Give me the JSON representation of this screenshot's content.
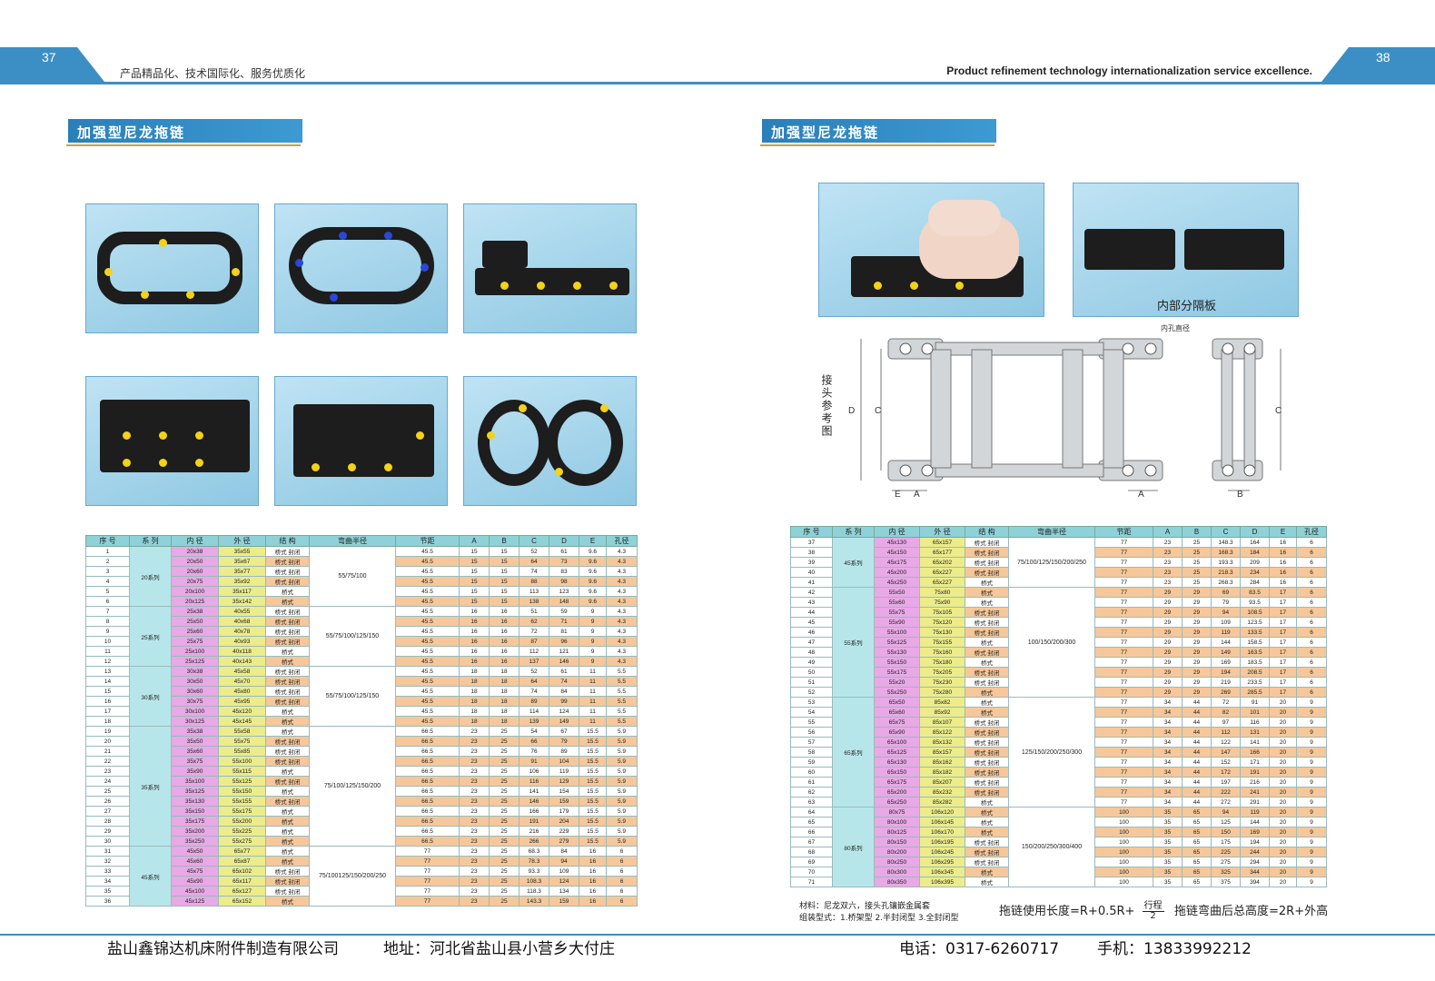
{
  "header": {
    "page_left": "37",
    "page_right": "38",
    "tagline_cn": "产品精品化、技术国际化、服务优质化",
    "tagline_en": "Product refinement   technology internationalization   service excellence."
  },
  "left": {
    "title": "加强型尼龙拖链"
  },
  "right": {
    "title": "加强型尼龙拖链",
    "caption_partition": "内部分隔板",
    "diagram_label": "接头参考图",
    "diagram_note": "内孔直径",
    "dim_labels": [
      "D",
      "C",
      "E",
      "A",
      "A",
      "C",
      "B"
    ]
  },
  "table_headers": [
    "序 号",
    "系 列",
    "内 径",
    "外 径",
    "结 构",
    "弯曲半径",
    "节距",
    "A",
    "B",
    "C",
    "D",
    "E",
    "孔径"
  ],
  "left_table": {
    "groups": [
      {
        "series": "20系列",
        "radius": "55/75/100",
        "rows": [
          [
            "1",
            "20x38",
            "35x55",
            "桥式 封闭",
            "45.5",
            "15",
            "15",
            "52",
            "61",
            "9.6",
            "4.3"
          ],
          [
            "2",
            "20x50",
            "35x67",
            "桥式 封闭",
            "45.5",
            "15",
            "15",
            "64",
            "73",
            "9.6",
            "4.3"
          ],
          [
            "3",
            "20x60",
            "35x77",
            "桥式 封闭",
            "45.5",
            "15",
            "15",
            "74",
            "83",
            "9.6",
            "4.3"
          ],
          [
            "4",
            "20x75",
            "35x92",
            "桥式 封闭",
            "45.5",
            "15",
            "15",
            "88",
            "98",
            "9.6",
            "4.3"
          ],
          [
            "5",
            "20x100",
            "35x117",
            "桥式",
            "45.5",
            "15",
            "15",
            "113",
            "123",
            "9.6",
            "4.3"
          ],
          [
            "6",
            "20x125",
            "35x142",
            "桥式",
            "45.5",
            "15",
            "15",
            "138",
            "148",
            "9.6",
            "4.3"
          ]
        ]
      },
      {
        "series": "25系列",
        "radius": "55/75/100/125/150",
        "rows": [
          [
            "7",
            "25x38",
            "40x55",
            "桥式 封闭",
            "45.5",
            "16",
            "16",
            "51",
            "59",
            "9",
            "4.3"
          ],
          [
            "8",
            "25x50",
            "40x68",
            "桥式 封闭",
            "45.5",
            "16",
            "16",
            "62",
            "71",
            "9",
            "4.3"
          ],
          [
            "9",
            "25x60",
            "40x78",
            "桥式 封闭",
            "45.5",
            "16",
            "16",
            "72",
            "81",
            "9",
            "4.3"
          ],
          [
            "10",
            "25x75",
            "40x93",
            "桥式 封闭",
            "45.5",
            "16",
            "16",
            "87",
            "96",
            "9",
            "4.3"
          ],
          [
            "11",
            "25x100",
            "40x118",
            "桥式",
            "45.5",
            "16",
            "16",
            "112",
            "121",
            "9",
            "4.3"
          ],
          [
            "12",
            "25x125",
            "40x143",
            "桥式",
            "45.5",
            "16",
            "16",
            "137",
            "146",
            "9",
            "4.3"
          ]
        ]
      },
      {
        "series": "30系列",
        "radius": "55/75/100/125/150",
        "rows": [
          [
            "13",
            "30x38",
            "45x58",
            "桥式 封闭",
            "45.5",
            "18",
            "18",
            "52",
            "61",
            "11",
            "5.5"
          ],
          [
            "14",
            "30x50",
            "45x70",
            "桥式 封闭",
            "45.5",
            "18",
            "18",
            "64",
            "74",
            "11",
            "5.5"
          ],
          [
            "15",
            "30x60",
            "45x80",
            "桥式 封闭",
            "45.5",
            "18",
            "18",
            "74",
            "84",
            "11",
            "5.5"
          ],
          [
            "16",
            "30x75",
            "45x95",
            "桥式 封闭",
            "45.5",
            "18",
            "18",
            "89",
            "99",
            "11",
            "5.5"
          ],
          [
            "17",
            "30x100",
            "45x120",
            "桥式",
            "45.5",
            "18",
            "18",
            "114",
            "124",
            "11",
            "5.5"
          ],
          [
            "18",
            "30x125",
            "45x145",
            "桥式",
            "45.5",
            "18",
            "18",
            "139",
            "149",
            "11",
            "5.5"
          ]
        ]
      },
      {
        "series": "35系列",
        "radius": "75/100/125/150/200",
        "rows": [
          [
            "19",
            "35x38",
            "55x58",
            "桥式",
            "66.5",
            "23",
            "25",
            "54",
            "67",
            "15.5",
            "5.9"
          ],
          [
            "20",
            "35x50",
            "55x75",
            "桥式 封闭",
            "66.5",
            "23",
            "25",
            "66",
            "79",
            "15.5",
            "5.9"
          ],
          [
            "21",
            "35x60",
            "55x85",
            "桥式 封闭",
            "66.5",
            "23",
            "25",
            "76",
            "89",
            "15.5",
            "5.9"
          ],
          [
            "22",
            "35x75",
            "55x100",
            "桥式 封闭",
            "66.5",
            "23",
            "25",
            "91",
            "104",
            "15.5",
            "5.9"
          ],
          [
            "23",
            "35x90",
            "55x115",
            "桥式",
            "66.5",
            "23",
            "25",
            "106",
            "119",
            "15.5",
            "5.9"
          ],
          [
            "24",
            "35x100",
            "55x125",
            "桥式 封闭",
            "66.5",
            "23",
            "25",
            "116",
            "129",
            "15.5",
            "5.9"
          ],
          [
            "25",
            "35x125",
            "55x150",
            "桥式",
            "66.5",
            "23",
            "25",
            "141",
            "154",
            "15.5",
            "5.9"
          ],
          [
            "26",
            "35x130",
            "55x155",
            "桥式 封闭",
            "66.5",
            "23",
            "25",
            "146",
            "159",
            "15.5",
            "5.9"
          ],
          [
            "27",
            "35x150",
            "55x175",
            "桥式",
            "66.5",
            "23",
            "25",
            "166",
            "179",
            "15.5",
            "5.9"
          ],
          [
            "28",
            "35x175",
            "55x200",
            "桥式",
            "66.5",
            "23",
            "25",
            "191",
            "204",
            "15.5",
            "5.9"
          ],
          [
            "29",
            "35x200",
            "55x225",
            "桥式",
            "66.5",
            "23",
            "25",
            "216",
            "229",
            "15.5",
            "5.9"
          ],
          [
            "30",
            "35x250",
            "55x275",
            "桥式",
            "66.5",
            "23",
            "25",
            "266",
            "279",
            "15.5",
            "5.9"
          ]
        ]
      },
      {
        "series": "45系列",
        "radius": "75/100125/150/200/250",
        "rows": [
          [
            "31",
            "45x50",
            "65x77",
            "桥式",
            "77",
            "23",
            "25",
            "68.3",
            "84",
            "16",
            "6"
          ],
          [
            "32",
            "45x60",
            "65x87",
            "桥式",
            "77",
            "23",
            "25",
            "78.3",
            "94",
            "16",
            "6"
          ],
          [
            "33",
            "45x75",
            "65x102",
            "桥式 封闭",
            "77",
            "23",
            "25",
            "93.3",
            "109",
            "16",
            "6"
          ],
          [
            "34",
            "45x90",
            "65x117",
            "桥式 封闭",
            "77",
            "23",
            "25",
            "108.3",
            "124",
            "16",
            "6"
          ],
          [
            "35",
            "45x100",
            "65x127",
            "桥式 封闭",
            "77",
            "23",
            "25",
            "118.3",
            "134",
            "16",
            "6"
          ],
          [
            "36",
            "45x125",
            "65x152",
            "桥式",
            "77",
            "23",
            "25",
            "143.3",
            "159",
            "16",
            "6"
          ]
        ]
      }
    ]
  },
  "right_table": {
    "groups": [
      {
        "series": "45系列",
        "radius": "75/100/125/150/200/250",
        "rows": [
          [
            "37",
            "45x130",
            "65x157",
            "桥式 封闭",
            "77",
            "23",
            "25",
            "148.3",
            "164",
            "16",
            "6"
          ],
          [
            "38",
            "45x150",
            "65x177",
            "桥式 封闭",
            "77",
            "23",
            "25",
            "168.3",
            "184",
            "16",
            "6"
          ],
          [
            "39",
            "45x175",
            "65x202",
            "桥式 封闭",
            "77",
            "23",
            "25",
            "193.3",
            "209",
            "16",
            "6"
          ],
          [
            "40",
            "45x200",
            "65x227",
            "桥式 封闭",
            "77",
            "23",
            "25",
            "218.3",
            "234",
            "16",
            "6"
          ],
          [
            "41",
            "45x250",
            "65x227",
            "桥式",
            "77",
            "23",
            "25",
            "268.3",
            "284",
            "16",
            "6"
          ]
        ]
      },
      {
        "series": "55系列",
        "radius": "100/150/200/300",
        "rows": [
          [
            "42",
            "55x50",
            "75x80",
            "桥式",
            "77",
            "29",
            "29",
            "69",
            "83.5",
            "17",
            "6"
          ],
          [
            "43",
            "55x60",
            "75x90",
            "桥式",
            "77",
            "29",
            "29",
            "79",
            "93.5",
            "17",
            "6"
          ],
          [
            "44",
            "55x75",
            "75x105",
            "桥式 封闭",
            "77",
            "29",
            "29",
            "94",
            "108.5",
            "17",
            "6"
          ],
          [
            "45",
            "55x90",
            "75x120",
            "桥式 封闭",
            "77",
            "29",
            "29",
            "109",
            "123.5",
            "17",
            "6"
          ],
          [
            "46",
            "55x100",
            "75x130",
            "桥式 封闭",
            "77",
            "29",
            "29",
            "119",
            "133.5",
            "17",
            "6"
          ],
          [
            "47",
            "55x125",
            "75x155",
            "桥式",
            "77",
            "29",
            "29",
            "144",
            "158.5",
            "17",
            "6"
          ],
          [
            "48",
            "55x130",
            "75x160",
            "桥式 封闭",
            "77",
            "29",
            "29",
            "149",
            "163.5",
            "17",
            "6"
          ],
          [
            "49",
            "55x150",
            "75x180",
            "桥式",
            "77",
            "29",
            "29",
            "169",
            "183.5",
            "17",
            "6"
          ],
          [
            "50",
            "55x175",
            "75x205",
            "桥式 封闭",
            "77",
            "29",
            "29",
            "194",
            "208.5",
            "17",
            "6"
          ],
          [
            "51",
            "55x20",
            "75x230",
            "桥式 封闭",
            "77",
            "29",
            "29",
            "219",
            "233.5",
            "17",
            "6"
          ],
          [
            "52",
            "55x250",
            "75x280",
            "桥式",
            "77",
            "29",
            "29",
            "269",
            "285.5",
            "17",
            "6"
          ]
        ]
      },
      {
        "series": "65系列",
        "radius": "125/150/200/250/300",
        "rows": [
          [
            "53",
            "65x50",
            "85x82",
            "桥式",
            "77",
            "34",
            "44",
            "72",
            "91",
            "20",
            "9"
          ],
          [
            "54",
            "65x60",
            "85x92",
            "桥式",
            "77",
            "34",
            "44",
            "82",
            "101",
            "20",
            "9"
          ],
          [
            "55",
            "65x75",
            "85x107",
            "桥式 封闭",
            "77",
            "34",
            "44",
            "97",
            "116",
            "20",
            "9"
          ],
          [
            "56",
            "65x90",
            "85x122",
            "桥式 封闭",
            "77",
            "34",
            "44",
            "112",
            "131",
            "20",
            "9"
          ],
          [
            "57",
            "65x100",
            "85x132",
            "桥式 封闭",
            "77",
            "34",
            "44",
            "122",
            "141",
            "20",
            "9"
          ],
          [
            "58",
            "65x125",
            "85x157",
            "桥式 封闭",
            "77",
            "34",
            "44",
            "147",
            "166",
            "20",
            "9"
          ],
          [
            "59",
            "65x130",
            "85x162",
            "桥式 封闭",
            "77",
            "34",
            "44",
            "152",
            "171",
            "20",
            "9"
          ],
          [
            "60",
            "65x150",
            "85x182",
            "桥式 封闭",
            "77",
            "34",
            "44",
            "172",
            "191",
            "20",
            "9"
          ],
          [
            "61",
            "65x175",
            "85x207",
            "桥式 封闭",
            "77",
            "34",
            "44",
            "197",
            "216",
            "20",
            "9"
          ],
          [
            "62",
            "65x200",
            "85x232",
            "桥式 封闭",
            "77",
            "34",
            "44",
            "222",
            "241",
            "20",
            "9"
          ],
          [
            "63",
            "65x250",
            "85x282",
            "桥式",
            "77",
            "34",
            "44",
            "272",
            "291",
            "20",
            "9"
          ]
        ]
      },
      {
        "series": "80系列",
        "radius": "150/200/250/300/400",
        "rows": [
          [
            "64",
            "80x75",
            "106x120",
            "桥式",
            "100",
            "35",
            "65",
            "94",
            "119",
            "20",
            "9"
          ],
          [
            "65",
            "80x100",
            "106x145",
            "桥式",
            "100",
            "35",
            "65",
            "125",
            "144",
            "20",
            "9"
          ],
          [
            "66",
            "80x125",
            "106x170",
            "桥式",
            "100",
            "35",
            "65",
            "150",
            "169",
            "20",
            "9"
          ],
          [
            "67",
            "80x150",
            "106x195",
            "桥式 封闭",
            "100",
            "35",
            "65",
            "175",
            "194",
            "20",
            "9"
          ],
          [
            "68",
            "80x200",
            "106x245",
            "桥式 封闭",
            "100",
            "35",
            "65",
            "225",
            "244",
            "20",
            "9"
          ],
          [
            "69",
            "80x250",
            "106x295",
            "桥式 封闭",
            "100",
            "35",
            "65",
            "275",
            "294",
            "20",
            "9"
          ],
          [
            "70",
            "80x300",
            "106x345",
            "桥式",
            "100",
            "35",
            "65",
            "325",
            "344",
            "20",
            "9"
          ],
          [
            "71",
            "80x350",
            "106x395",
            "桥式",
            "100",
            "35",
            "65",
            "375",
            "394",
            "20",
            "9"
          ]
        ]
      }
    ]
  },
  "notes": {
    "material": "材料：尼龙双六，接头孔镶嵌金属套",
    "assembly": "组装型式：1.桥架型  2.半封闭型  3.全封闭型",
    "formula_length_prefix": "拖链使用长度=R+0.5R+",
    "formula_frac_top": "行程",
    "formula_frac_bottom": "2",
    "formula_height": "拖链弯曲后总高度=2R+外高"
  },
  "footer": {
    "company": "盐山鑫锦达机床附件制造有限公司",
    "address": "地址：河北省盐山县小营乡大付庄",
    "phone": "电话：0317-6260717",
    "mobile": "手机：13833992212"
  }
}
